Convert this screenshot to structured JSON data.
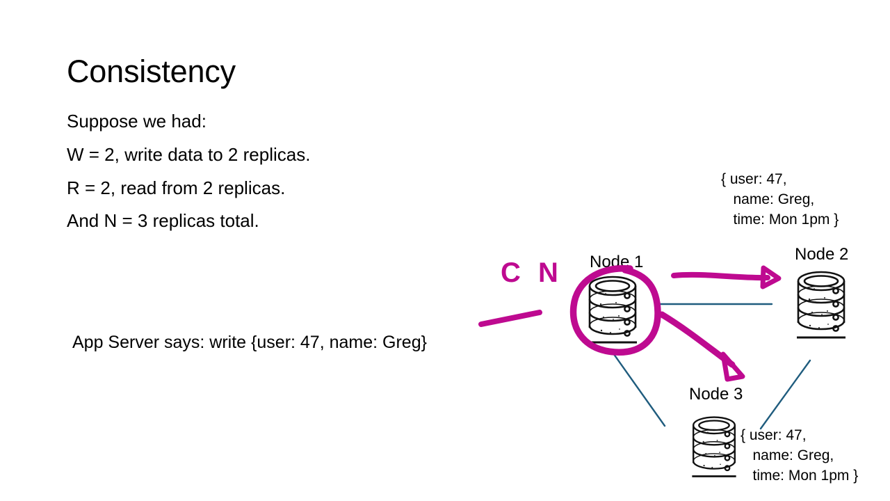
{
  "slide": {
    "title": "Consistency",
    "background_color": "#ffffff",
    "text_color": "#000000"
  },
  "body_lines": [
    "Suppose we had:",
    "W = 2, write data to 2 replicas.",
    "R = 2,  read from 2 replicas.",
    "And N = 3 replicas total."
  ],
  "app_server": {
    "caption": "App Server says: write {user: 47, name: Greg}"
  },
  "annotations": {
    "handwritten_label": "C N",
    "ink_color": "#be0a90",
    "connector_color": "#1f5c7e"
  },
  "nodes": [
    {
      "label": "Node 1",
      "icon": "database-cylinder-icon",
      "highlighted": true
    },
    {
      "label": "Node 2",
      "icon": "database-cylinder-icon",
      "highlighted": false
    },
    {
      "label": "Node 3",
      "icon": "database-cylinder-icon",
      "highlighted": false
    }
  ],
  "records": {
    "node_2": "{ user: 47,\n   name: Greg,\n   time: Mon 1pm }",
    "node_3": "{ user: 47,\n   name: Greg,\n   time: Mon 1pm }"
  }
}
